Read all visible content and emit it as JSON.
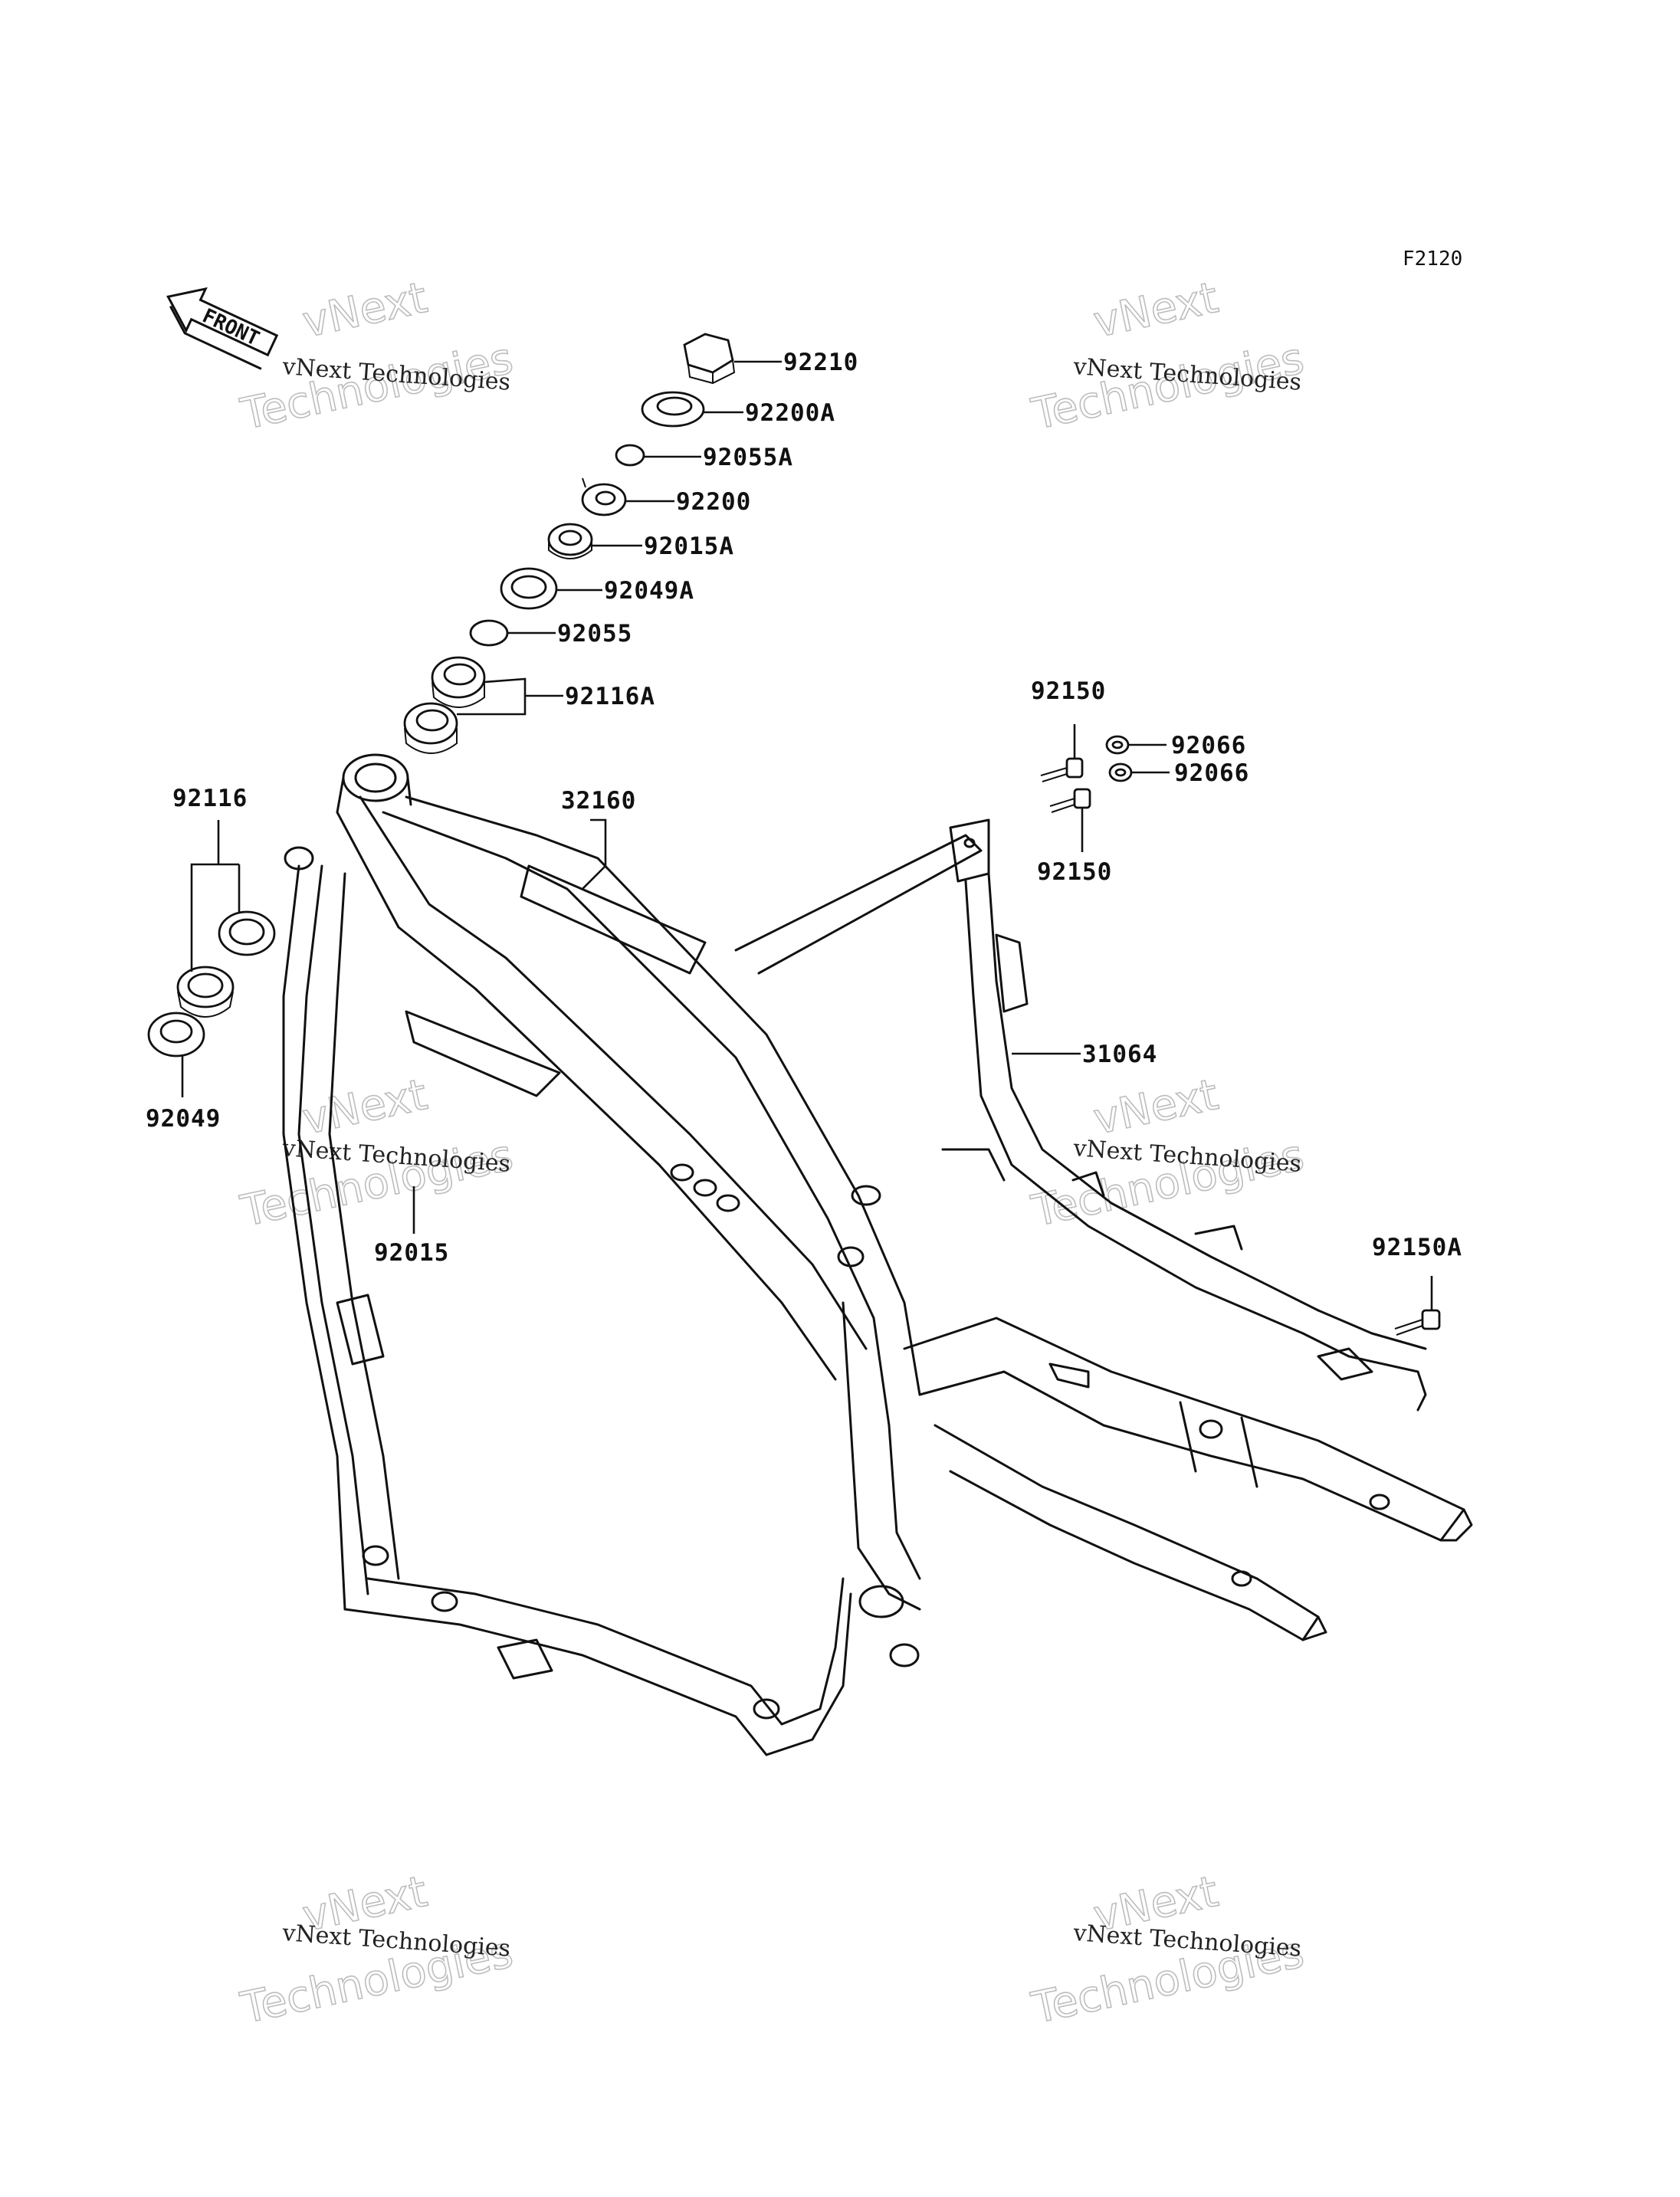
{
  "diagram_code": "F2120",
  "front_arrow_label": "FRONT",
  "watermark": {
    "line1": "vNext Technologies",
    "big_top": "vNext",
    "big_bottom": "Technologies"
  },
  "parts": {
    "p92210": "92210",
    "p92200A": "92200A",
    "p92055A": "92055A",
    "p92200": "92200",
    "p92015A": "92015A",
    "p92049A": "92049A",
    "p92055": "92055",
    "p92116A": "92116A",
    "p92116": "92116",
    "p92049": "92049",
    "p32160": "32160",
    "p92015": "92015",
    "p92150_top": "92150",
    "p92150_bottom": "92150",
    "p92066_a": "92066",
    "p92066_b": "92066",
    "p31064": "31064",
    "p92150A": "92150A"
  }
}
